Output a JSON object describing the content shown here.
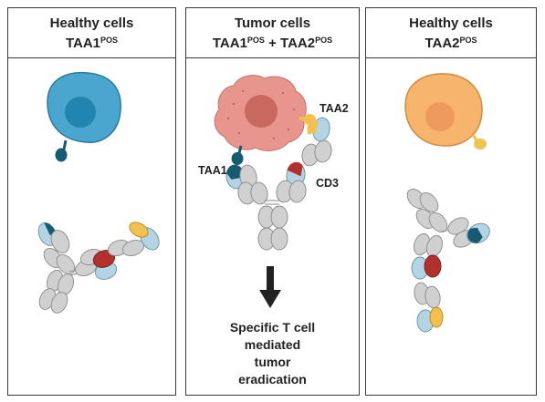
{
  "panels": {
    "left": {
      "title": "Healthy cells",
      "subtitle_base": "TAA1",
      "subtitle_sup": "POS"
    },
    "middle": {
      "title": "Tumor cells",
      "subtitle_part1_base": "TAA1",
      "subtitle_part1_sup": "POS",
      "subtitle_joiner": " + ",
      "subtitle_part2_base": "TAA2",
      "subtitle_part2_sup": "POS"
    },
    "right": {
      "title": "Healthy cells",
      "subtitle_base": "TAA2",
      "subtitle_sup": "POS"
    }
  },
  "labels": {
    "taa1": "TAA1",
    "taa2": "TAA2",
    "cd3": "CD3"
  },
  "caption": [
    "Specific T cell",
    "mediated",
    "tumor",
    "eradication"
  ],
  "colors": {
    "taa1_navy": "#175b72",
    "taa2_yellow": "#f2c14e",
    "cd3_red": "#b3312c",
    "light_blue": "#b2d4e4",
    "grey_domain": "#d0d0d0",
    "blue_cell": "#4aa6cf",
    "tumor_cell": "#e7958d",
    "orange_cell": "#f6b46d"
  },
  "icons": {
    "arrow": "down-arrow-icon"
  }
}
